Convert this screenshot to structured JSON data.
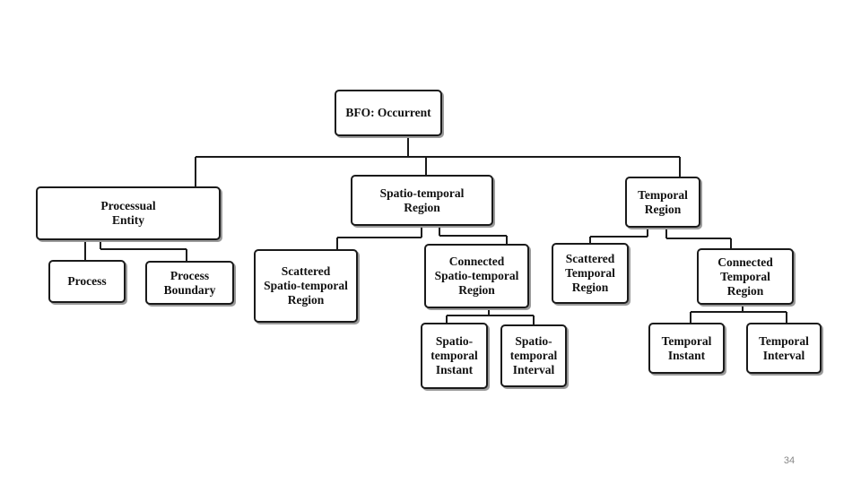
{
  "diagram": {
    "root": "BFO: Occurrent",
    "processual_entity": "Processual\nEntity",
    "process": "Process",
    "process_boundary": "Process\nBoundary",
    "spatiotemporal_region": "Spatio-temporal\nRegion",
    "scattered_spatiotemporal_region": "Scattered\nSpatio-temporal\nRegion",
    "connected_spatiotemporal_region": "Connected\nSpatio-temporal\nRegion",
    "spatiotemporal_instant": "Spatio-\ntemporal\nInstant",
    "spatiotemporal_interval": "Spatio-\ntemporal\nInterval",
    "temporal_region": "Temporal\nRegion",
    "scattered_temporal_region": "Scattered\nTemporal\nRegion",
    "connected_temporal_region": "Connected\nTemporal\nRegion",
    "temporal_instant": "Temporal\nInstant",
    "temporal_interval": "Temporal\nInterval"
  },
  "page_number": "34"
}
